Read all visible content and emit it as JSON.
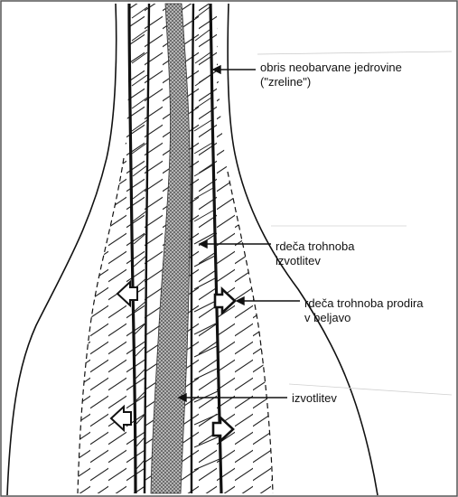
{
  "diagram": {
    "labels": {
      "heartwood_outline": {
        "line1": "obris neobarvane jedrovine",
        "line2": "(\"zreline\")"
      },
      "red_rot_hollow": {
        "line1": "rdeča trohnoba",
        "line2": "izvotlitev"
      },
      "red_rot_penetrates": {
        "line1": "rdeča trohnoba prodira",
        "line2": "v beljavo"
      },
      "hollow": {
        "line1": "izvotlitev"
      }
    },
    "colors": {
      "ink": "#111111",
      "hatch": "#222222",
      "hollow_fill": "#9a9a9a",
      "hollow_dots": "#3a3a3a",
      "paper": "#ffffff"
    }
  }
}
